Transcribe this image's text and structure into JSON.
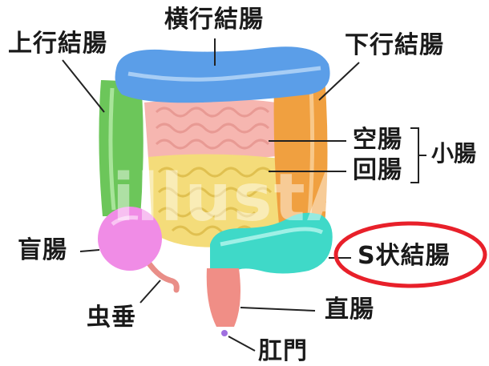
{
  "labels": {
    "ascending_colon": "上行結腸",
    "transverse_colon": "横行結腸",
    "descending_colon": "下行結腸",
    "jejunum": "空腸",
    "ileum": "回腸",
    "small_intestine": "小腸",
    "cecum": "盲腸",
    "sigmoid_colon": "S状結腸",
    "appendix": "虫垂",
    "rectum": "直腸",
    "anus": "肛門"
  },
  "watermark": "illustAC",
  "colors": {
    "ascending": "#6cc65a",
    "transverse": "#5b9ee8",
    "descending": "#f0a040",
    "sigmoid": "#3fd9c8",
    "cecum": "#f08ce6",
    "rectum": "#f08e86",
    "jejunum": "#f6b6b0",
    "ileum": "#f4dc7a",
    "highlight": "#e8202a",
    "anus": "#a070e0",
    "appendix": "#e98e88"
  }
}
